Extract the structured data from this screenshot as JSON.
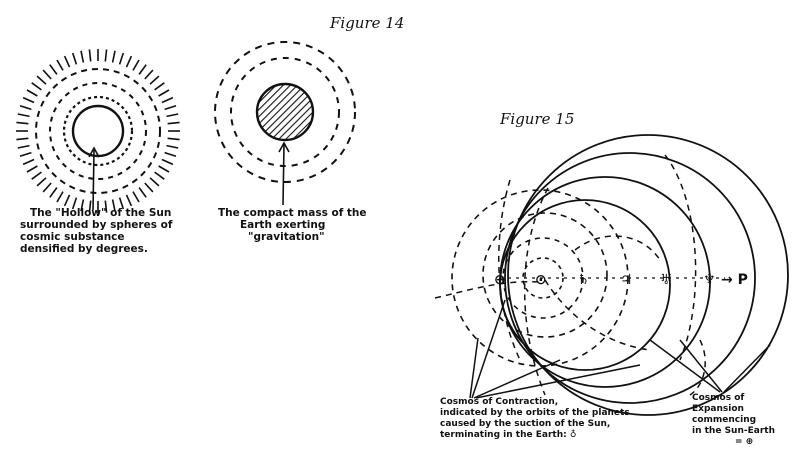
{
  "figure14": {
    "caption": "Figure 14",
    "sun_label": [
      "The \"Hollow\" of the Sun",
      "surrounded by spheres of",
      "cosmic substance",
      "densified by degrees."
    ],
    "earth_label": [
      "The compact mass of the",
      "Earth exerting",
      "\"gravitation\""
    ]
  },
  "figure15": {
    "caption": "Figure 15",
    "planet_symbols": [
      "⊕",
      "⊙",
      "♄",
      "♃",
      "♅",
      "♆",
      "→ P"
    ],
    "contraction_label": [
      "Cosmos of Contraction,",
      "indicated by the orbits of the planets",
      "caused by the suction of the Sun,",
      "terminating in the Earth: ♁"
    ],
    "expansion_label": [
      "Cosmos of",
      "Expansion",
      "commencing",
      "in the Sun-Earth",
      "= ⊕"
    ]
  },
  "colors": {
    "ink": "#111111",
    "background": "#ffffff"
  }
}
